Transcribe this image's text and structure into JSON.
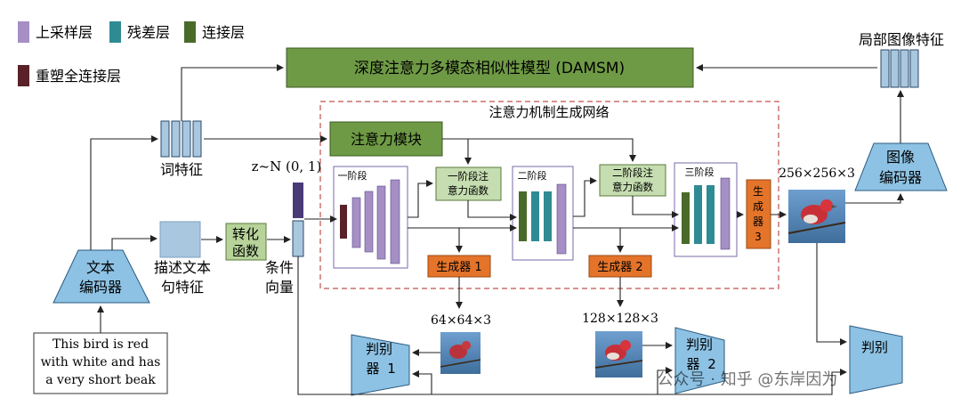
{
  "legend": {
    "upsample_label": "上采样层",
    "residual_label": "残差层",
    "concat_label": "连接层",
    "reshape_label": "重塑全连接层",
    "colors": {
      "upsample": "#a58fc5",
      "residual": "#2e8b94",
      "concat": "#4a6a2a",
      "reshape": "#5a2228"
    }
  },
  "damsm": {
    "label": "深度注意力多模态相似性模型 (DAMSM)",
    "color": "#6f9a45"
  },
  "local_feature_label": "局部图像特征",
  "attention_network": {
    "title": "注意力机制生成网络",
    "attention_module_label": "注意力模块"
  },
  "word_feature_label": "词特征",
  "noise_label": "z~N (0, 1)",
  "text_encoder_label": [
    "文本",
    "编码器"
  ],
  "sentence_feature_label": [
    "描述文本",
    "句特征"
  ],
  "conversion_label": [
    "转化",
    "函数"
  ],
  "condition_vector_label": [
    "条件",
    "向量"
  ],
  "stages": {
    "stage1": "一阶段",
    "stage2": "二阶段",
    "stage3": "三阶段",
    "attn1": [
      "一阶段注",
      "意力函数"
    ],
    "attn2": [
      "二阶段注",
      "意力函数"
    ]
  },
  "generators": {
    "g1": "生成器 1",
    "g2": "生成器 2",
    "g3": [
      "生",
      "成",
      "器",
      "3"
    ]
  },
  "image_encoder_label": [
    "图像",
    "编码器"
  ],
  "sizes": {
    "s64": "64×64×3",
    "s128": "128×128×3",
    "s256": "256×256×3"
  },
  "discriminator_label": [
    "判别",
    "器"
  ],
  "discriminators": {
    "d1": "1",
    "d2": "2"
  },
  "caption": [
    "This bird is red",
    "with white and has",
    "a very short beak"
  ],
  "watermark": "公众号 · 知乎 @东岸因为"
}
